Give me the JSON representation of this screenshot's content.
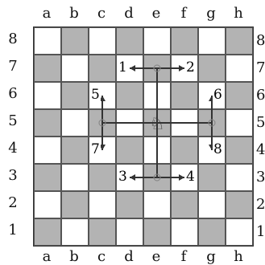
{
  "files": [
    "a",
    "b",
    "c",
    "d",
    "e",
    "f",
    "g",
    "h"
  ],
  "ranks": [
    "8",
    "7",
    "6",
    "5",
    "4",
    "3",
    "2",
    "1"
  ],
  "knight": {
    "square": "e5",
    "icon": "knight-icon",
    "glyph": "♘"
  },
  "targets": [
    {
      "label": "1",
      "square": "d7"
    },
    {
      "label": "2",
      "square": "f7"
    },
    {
      "label": "3",
      "square": "d3"
    },
    {
      "label": "4",
      "square": "f3"
    },
    {
      "label": "5",
      "square": "c6"
    },
    {
      "label": "6",
      "square": "g6"
    },
    {
      "label": "7",
      "square": "c4"
    },
    {
      "label": "8",
      "square": "g4"
    }
  ],
  "colors": {
    "dark_square": "#b3b3b3",
    "light_square": "#ffffff",
    "arrow": "#333333"
  }
}
